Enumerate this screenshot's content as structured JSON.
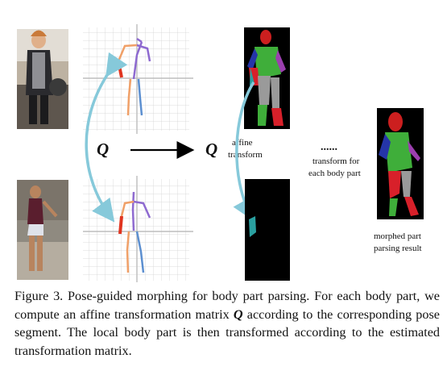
{
  "figure": {
    "q_symbol_left": "Q",
    "q_symbol_right": "Q",
    "affine_label_line1": "affine",
    "affine_label_line2": "transform",
    "dots": "......",
    "transform_each_line1": "transform for",
    "transform_each_line2": "each body part",
    "result_label_line1": "morphed part",
    "result_label_line2": "parsing result",
    "colors": {
      "background_dark": "#000000",
      "head_red": "#cc1f1f",
      "torso_green": "#3fae3a",
      "arm_blue": "#2535a8",
      "arm_purple": "#9b3fae",
      "leg_red": "#d8202a",
      "leg_gray": "#9a9a9a",
      "lower_teal": "#2aa0a0",
      "pose_arrow_cyan": "#86c9da",
      "skeleton_purple": "#8e6ad0",
      "skeleton_orange": "#f0a068",
      "skeleton_red": "#e0341f",
      "skeleton_blue": "#5c8fd0",
      "grid_gray": "#cfcfcf"
    }
  },
  "caption": {
    "label": "Figure 3.",
    "text_part1": " Pose-guided morphing for body part parsing. For each body part, we compute an affine transformation matrix ",
    "q_symbol": "Q",
    "text_part2": " according to the corresponding pose segment. The local body part is then transformed according to the estimated transformation matrix."
  }
}
